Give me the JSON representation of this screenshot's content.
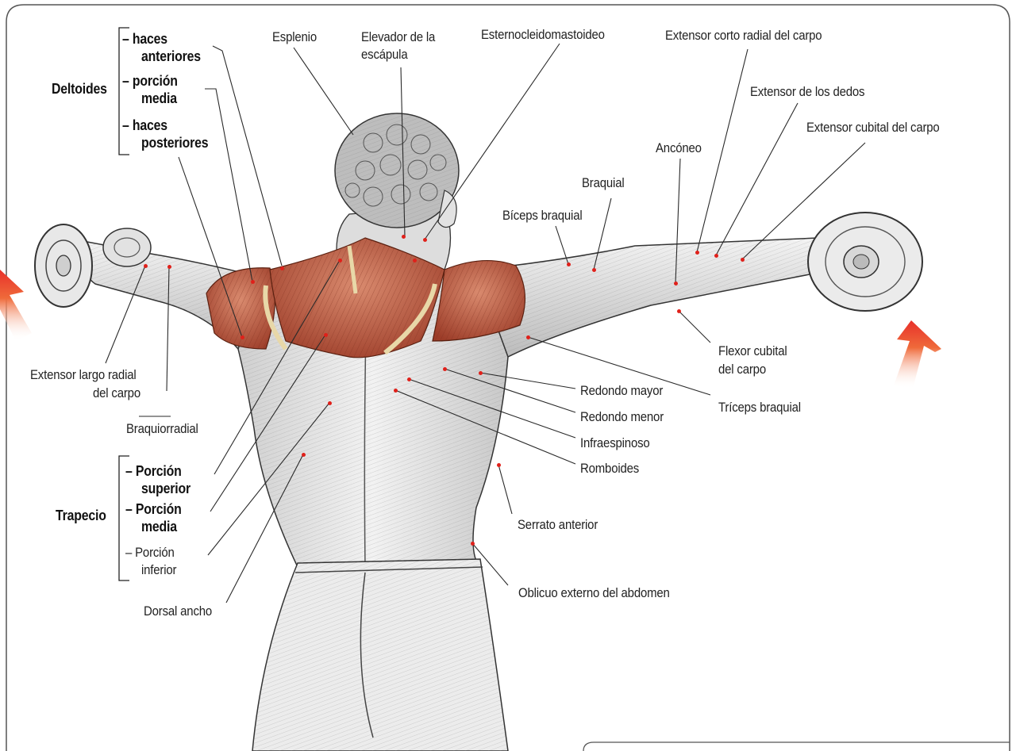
{
  "deltoides": {
    "title": "Deltoides",
    "parts": [
      "– haces",
      "anteriores",
      "– porción",
      "media",
      "– haces",
      "posteriores"
    ]
  },
  "trapecio": {
    "title": "Trapecio",
    "parts": [
      "– Porción",
      "superior",
      "– Porción",
      "media",
      "– Porción",
      "inferior"
    ]
  },
  "labels": {
    "esplenio": "Esplenio",
    "elevador_1": "Elevador de la",
    "elevador_2": "escápula",
    "esternocleido": "Esternocleidomastoideo",
    "ext_corto": "Extensor corto radial del carpo",
    "ext_dedos": "Extensor de los dedos",
    "ext_cubital": "Extensor cubital del carpo",
    "anconeo": "Ancóneo",
    "braquial": "Braquial",
    "biceps": "Bíceps braquial",
    "flexor_1": "Flexor cubital",
    "flexor_2": "del carpo",
    "ext_largo_1": "Extensor largo radial",
    "ext_largo_2": "del carpo",
    "braquiorradial": "Braquiorradial",
    "redondo_mayor": "Redondo mayor",
    "redondo_menor": "Redondo menor",
    "infraespinoso": "Infraespinoso",
    "romboides": "Romboides",
    "triceps": "Tríceps braquial",
    "serrato": "Serrato anterior",
    "oblicuo": "Oblicuo externo del abdomen",
    "dorsal": "Dorsal ancho"
  },
  "colors": {
    "muscle": "#b5533a",
    "muscle_light": "#d98a6e",
    "skin": "#e9e9e9",
    "line": "#2a2a2a",
    "marker": "#e0201a",
    "arrow": "#e8452a"
  }
}
